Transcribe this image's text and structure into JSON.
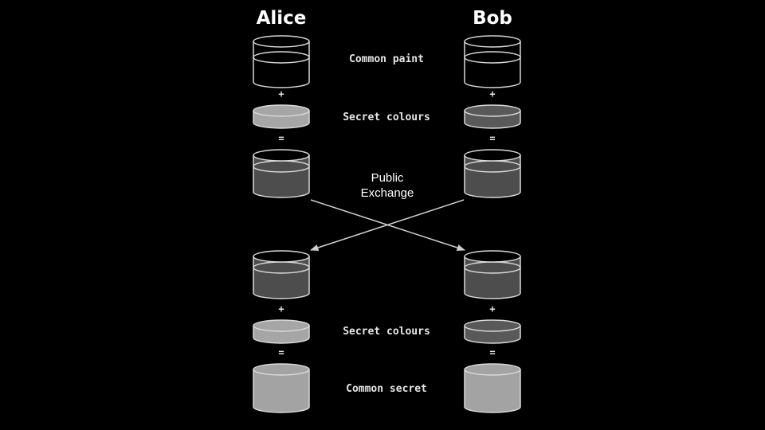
{
  "headers": {
    "left": "Alice",
    "right": "Bob"
  },
  "labels": {
    "common_paint": "Common paint",
    "secret_colours_top": "Secret colours",
    "public_exchange_line1": "Public",
    "public_exchange_line2": "Exchange",
    "secret_colours_bottom": "Secret colours",
    "common_secret": "Common secret"
  },
  "operators": {
    "plus": "+",
    "equals": "="
  },
  "colors": {
    "background": "#000000",
    "outline": "#d9d9d9",
    "alice_secret": "#a6a6a6",
    "bob_secret": "#595959",
    "mixture": "#4d4d4d",
    "common_secret": "#a3a3a3"
  }
}
